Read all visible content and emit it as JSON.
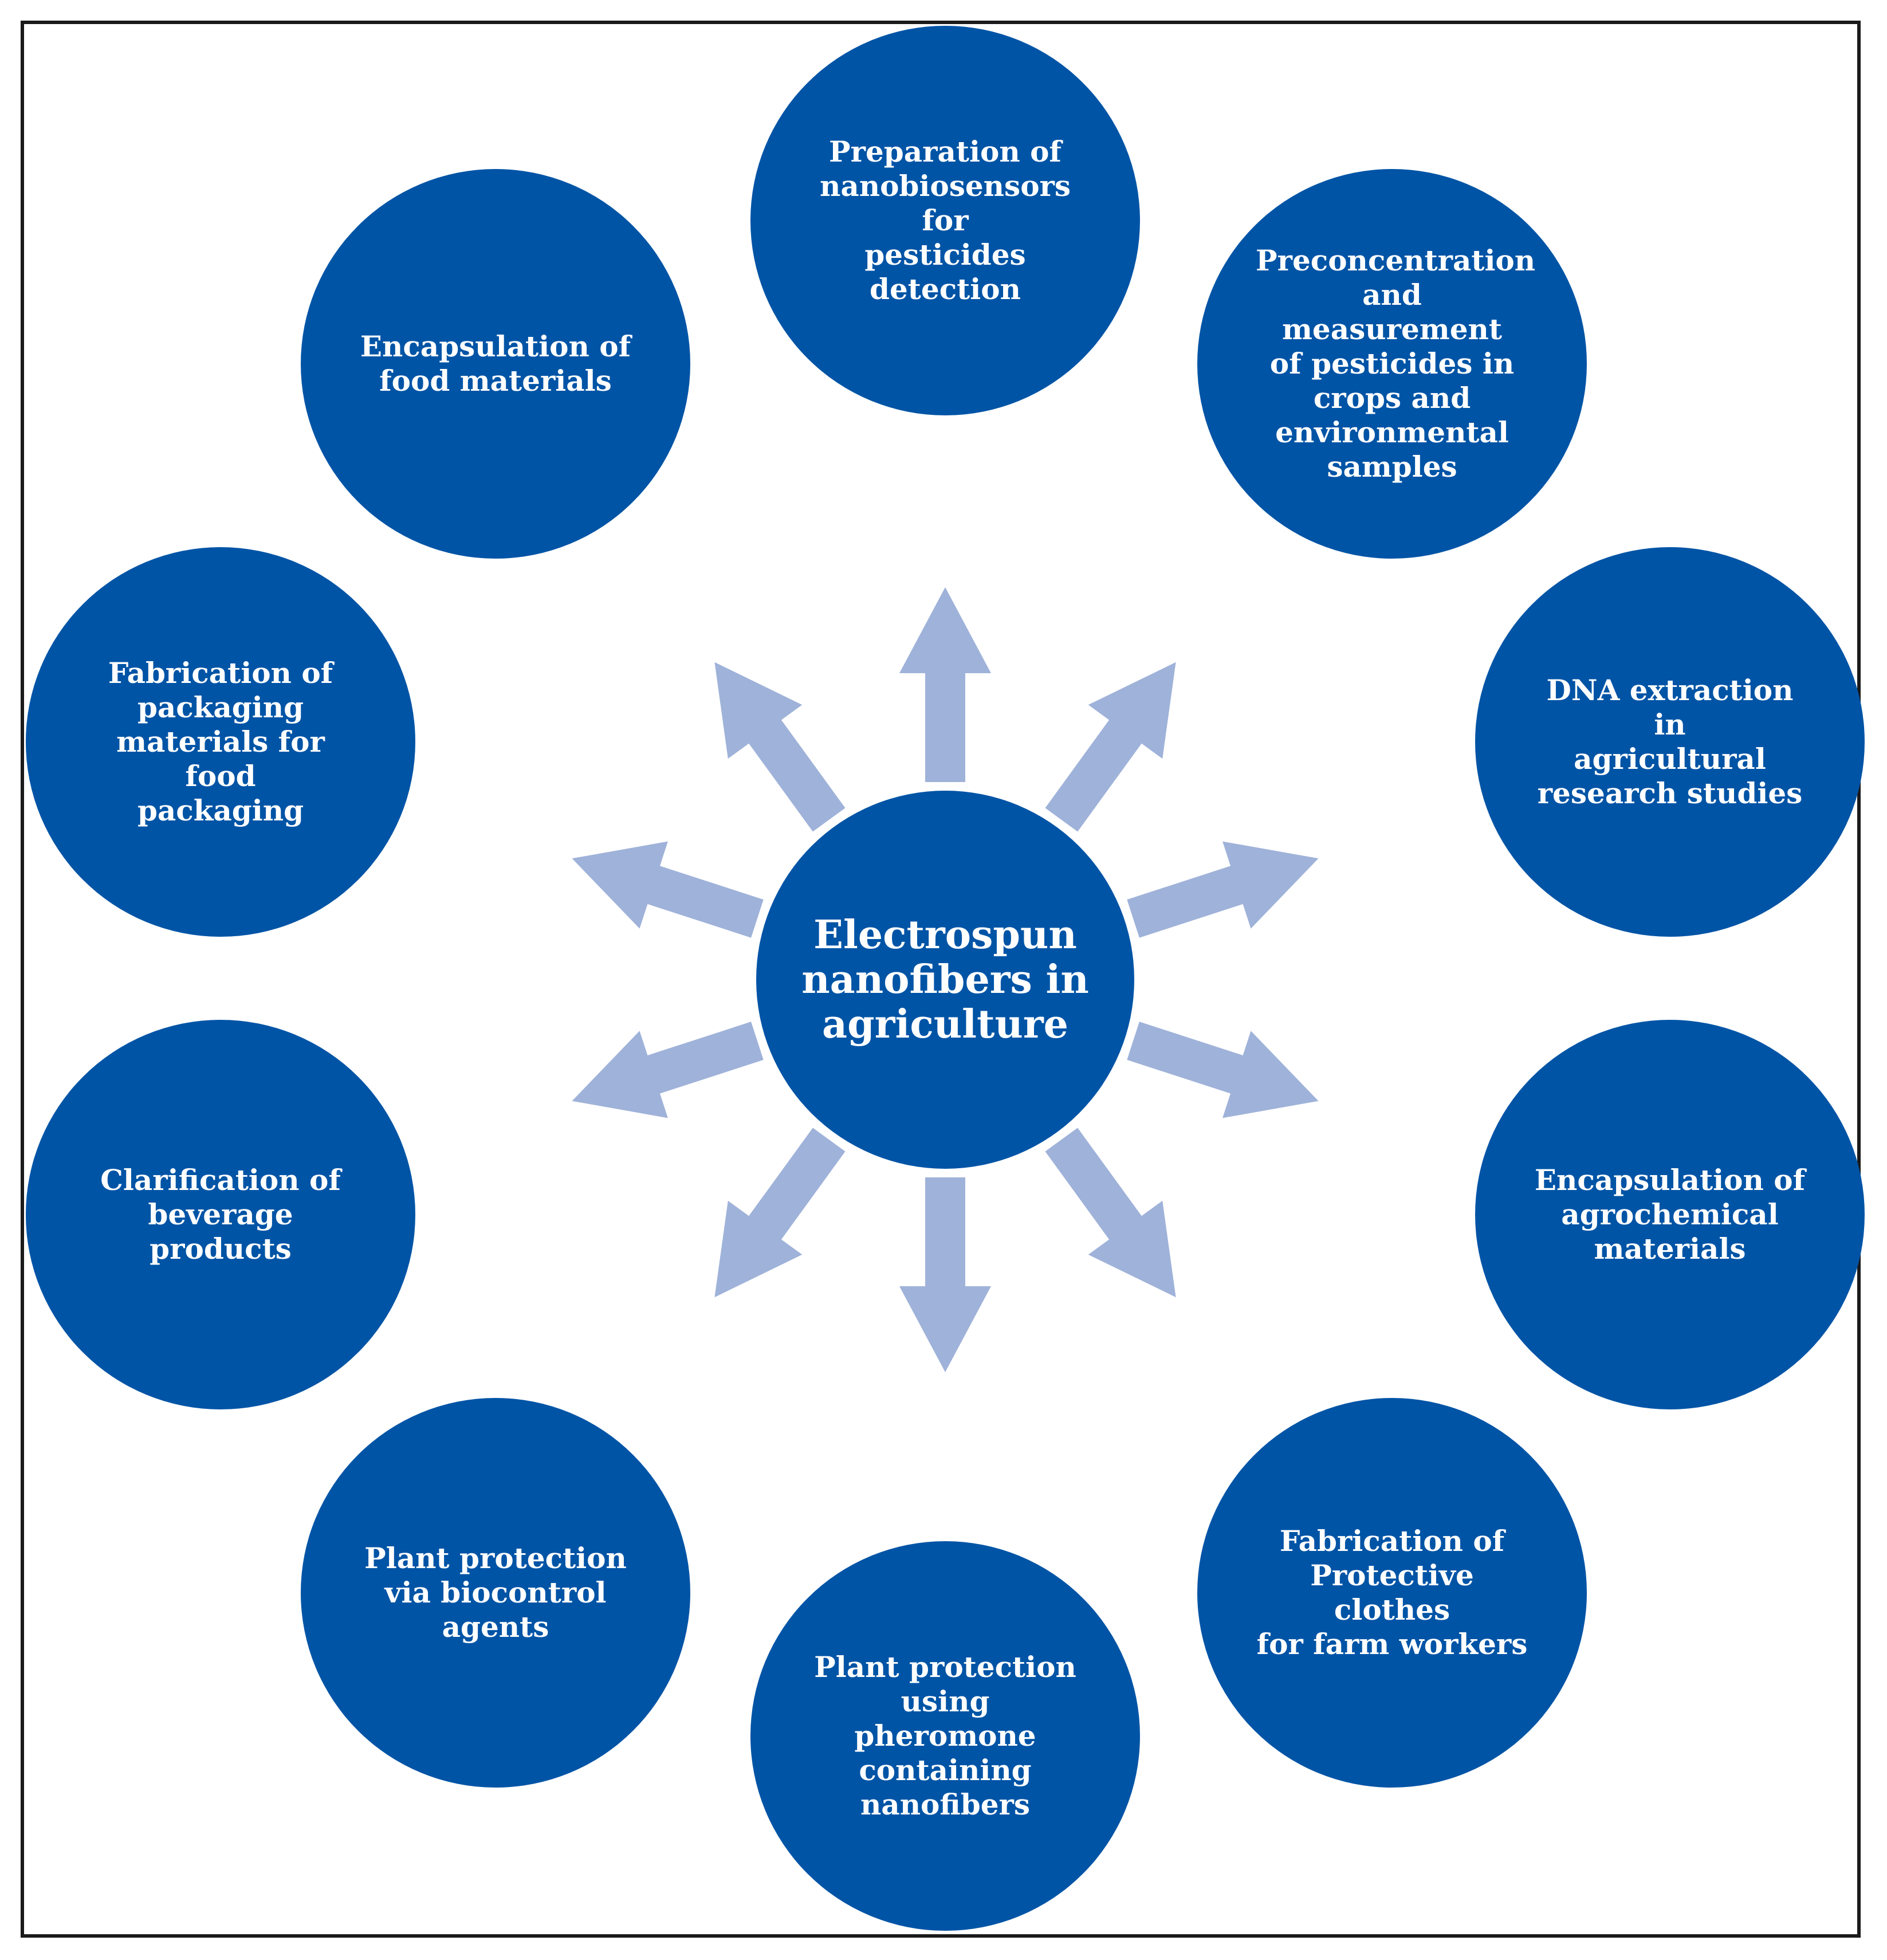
{
  "colors": {
    "node": "#0054a6",
    "arrow": "#9fb2d9",
    "frame": "#1a1a1a"
  },
  "center": {
    "label": "Electrospun\nnanofibers in\nagriculture"
  },
  "applications": [
    {
      "label": "Preparation of\nnanobiosensors for\npesticides\ndetection"
    },
    {
      "label": "Preconcentration\nand measurement\nof pesticides in\ncrops and\nenvironmental\nsamples"
    },
    {
      "label": "DNA extraction in\nagricultural\nresearch studies"
    },
    {
      "label": "Encapsulation of\nagrochemical\nmaterials"
    },
    {
      "label": "Fabrication of\nProtective clothes\nfor farm workers"
    },
    {
      "label": "Plant protection\nusing pheromone\ncontaining\nnanofibers"
    },
    {
      "label": "Plant protection\nvia biocontrol\nagents"
    },
    {
      "label": "Clarification of\nbeverage products"
    },
    {
      "label": "Fabrication of\npackaging\nmaterials for food\npackaging"
    },
    {
      "label": "Encapsulation of\nfood materials"
    }
  ]
}
